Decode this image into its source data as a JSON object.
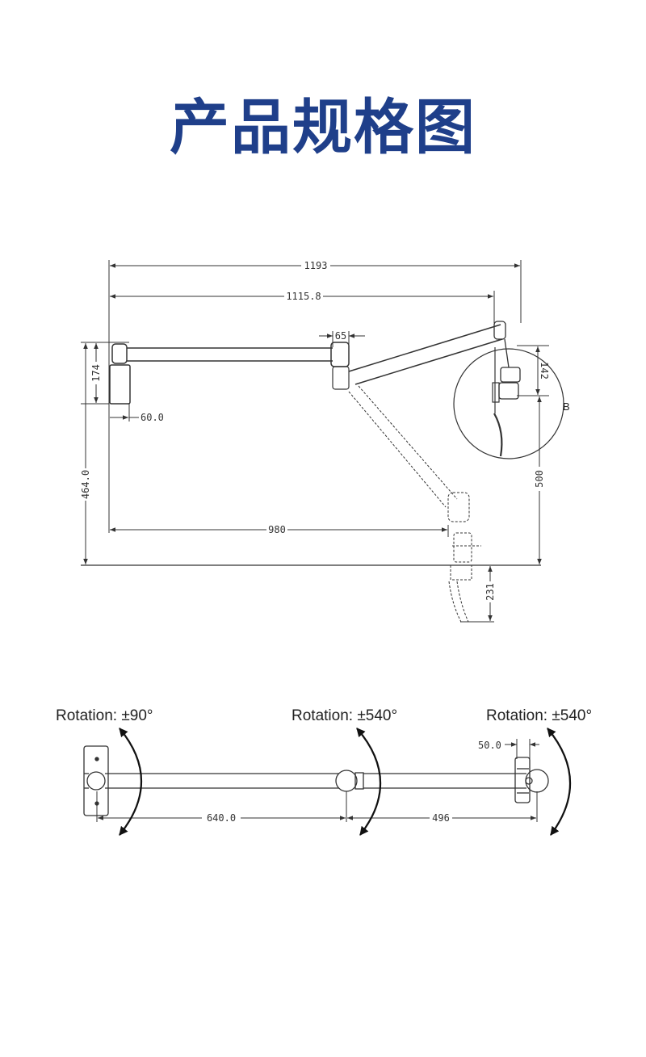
{
  "page": {
    "title": "产品规格图"
  },
  "side_view": {
    "dim_total_width": "1193",
    "dim_reach": "1115.8",
    "dim_joint": "65",
    "dim_wall_plate_height": "174",
    "dim_wall_plate_depth": "60.0",
    "dim_total_height": "464.0",
    "dim_clamp_height": "500",
    "dim_bracket": "142",
    "dim_lower_reach": "980",
    "dim_clamp_drop": "231",
    "detail_label": "B"
  },
  "top_view": {
    "rotation_left": "Rotation: ±90°",
    "rotation_mid": "Rotation: ±540°",
    "rotation_right": "Rotation: ±540°",
    "dim_offset": "50.0",
    "dim_arm1": "640.0",
    "dim_arm2": "496"
  },
  "colors": {
    "title": "#1f3f8a",
    "line": "#333333"
  }
}
